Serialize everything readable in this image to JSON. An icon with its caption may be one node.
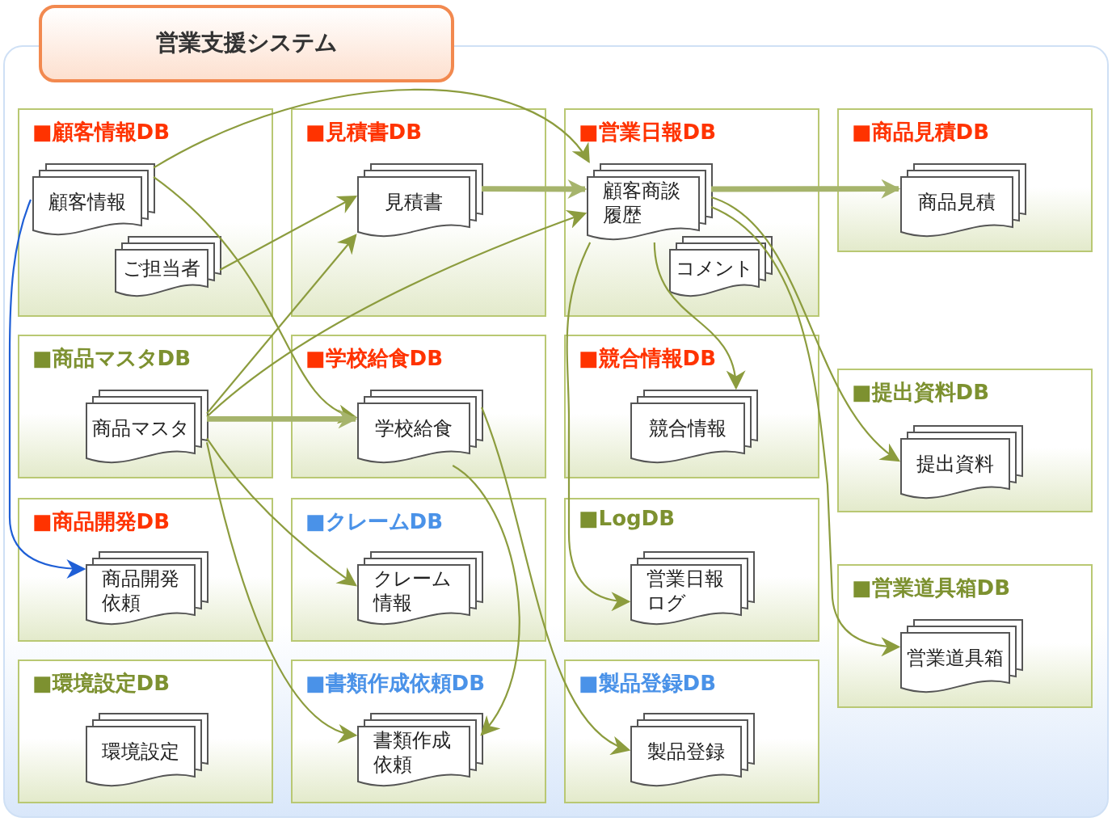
{
  "diagram": {
    "nodes": [
      {
        "text": [
          "営業支援システム"
        ]
      },
      {
        "text": [
          "■顧客情報DB"
        ],
        "in": 0
      },
      {
        "text": [
          "顧客情報"
        ],
        "in": 1
      },
      {
        "text": [
          "ご担当者"
        ],
        "in": 1
      },
      {
        "text": [
          "■見積書DB"
        ],
        "in": 0
      },
      {
        "text": [
          "見積書"
        ],
        "in": 4
      },
      {
        "text": [
          "■営業日報DB"
        ],
        "in": 0
      },
      {
        "text": [
          "顧客商談履歴"
        ],
        "in": 6
      },
      {
        "text": [
          "コメント"
        ],
        "in": 6
      },
      {
        "text": [
          "■商品見積DB"
        ],
        "in": 0
      },
      {
        "text": [
          "商品見積"
        ],
        "in": 9
      },
      {
        "text": [
          "■商品マスタDB"
        ],
        "in": 0
      },
      {
        "text": [
          "商品マスタ"
        ],
        "in": 11
      },
      {
        "text": [
          "■学校給食DB"
        ],
        "in": 0
      },
      {
        "text": [
          "学校給食"
        ],
        "in": 13
      },
      {
        "text": [
          "■競合情報DB"
        ],
        "in": 0
      },
      {
        "text": [
          "競合情報"
        ],
        "in": 15
      },
      {
        "text": [
          "■提出資料DB"
        ],
        "in": 0
      },
      {
        "text": [
          "提出資料"
        ],
        "in": 17
      },
      {
        "text": [
          "■商品開発DB"
        ],
        "in": 0
      },
      {
        "text": [
          "商品開発依頼"
        ],
        "in": 19
      },
      {
        "text": [
          "■クレームDB"
        ],
        "in": 0
      },
      {
        "text": [
          "クレーム情報"
        ],
        "in": 21
      },
      {
        "text": [
          "■LogDB"
        ],
        "in": 0
      },
      {
        "text": [
          "営業日報ログ"
        ],
        "in": 23
      },
      {
        "text": [
          "■営業道具箱DB"
        ],
        "in": 0
      },
      {
        "text": [
          "営業道具箱"
        ],
        "in": 25
      },
      {
        "text": [
          "■環境設定DB"
        ],
        "in": 0
      },
      {
        "text": [
          "環境設定"
        ],
        "in": 27
      },
      {
        "text": [
          "■書類作成依頼DB"
        ],
        "in": 0
      },
      {
        "text": [
          "書類作成依頼"
        ],
        "in": 29
      },
      {
        "text": [
          "■製品登録DB"
        ],
        "in": 0
      },
      {
        "text": [
          "製品登録"
        ],
        "in": 31
      }
    ],
    "edges": [
      {
        "from": 2,
        "to": 7,
        "arrow": "to"
      },
      {
        "from": 2,
        "to": 14,
        "arrow": "to"
      },
      {
        "from": 3,
        "to": 5,
        "arrow": "to"
      },
      {
        "from": 12,
        "to": 5,
        "arrow": "to"
      },
      {
        "from": 12,
        "to": 7,
        "arrow": "to"
      },
      {
        "from": 5,
        "to": 7,
        "arrow": "to",
        "style": "thick"
      },
      {
        "from": 12,
        "to": 14,
        "arrow": "to",
        "style": "thick"
      },
      {
        "from": 12,
        "to": 22,
        "arrow": "to"
      },
      {
        "from": 12,
        "to": 30,
        "arrow": "to"
      },
      {
        "from": 14,
        "to": 30,
        "arrow": "to"
      },
      {
        "from": 14,
        "to": 32,
        "arrow": "to"
      },
      {
        "from": 7,
        "to": 10,
        "arrow": "to",
        "style": "thick"
      },
      {
        "from": 7,
        "to": 16,
        "arrow": "to"
      },
      {
        "from": 7,
        "to": 24,
        "arrow": "to"
      },
      {
        "from": 7,
        "to": 18,
        "arrow": "to"
      },
      {
        "from": 7,
        "to": 26,
        "arrow": "to"
      },
      {
        "from": 2,
        "to": 20,
        "arrow": "to",
        "color": "#1f5fd6"
      }
    ]
  }
}
